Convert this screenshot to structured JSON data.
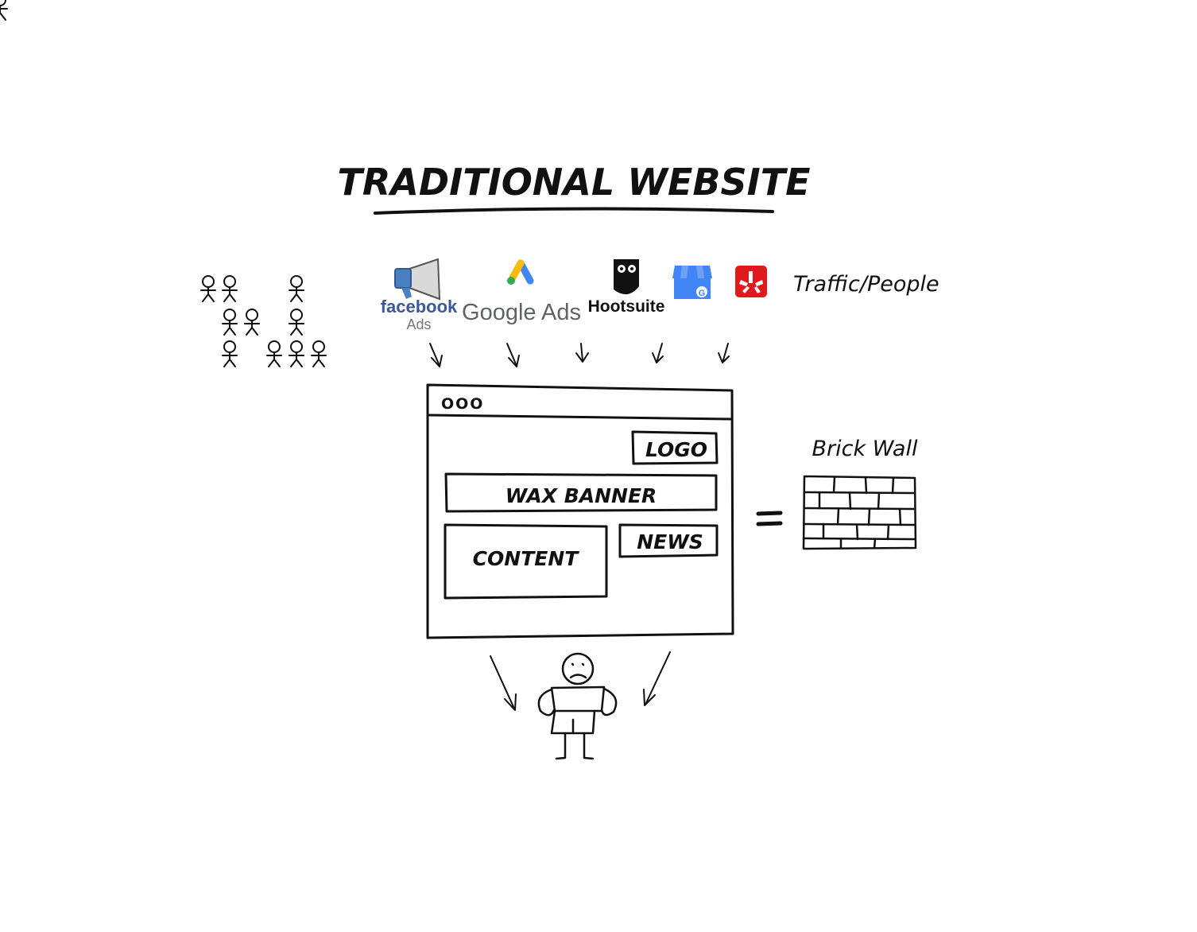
{
  "title": "TRADITIONAL WEBSITE",
  "traffic_label": "Traffic/People",
  "brick_wall_label": "Brick Wall",
  "equals_sign": "=",
  "sources": {
    "facebook": {
      "name": "facebook",
      "sub": "Ads",
      "color": "#3b5998"
    },
    "google_ads": {
      "name": "Google Ads",
      "color": "#5f6368"
    },
    "hootsuite": {
      "name": "Hootsuite",
      "color": "#111111"
    },
    "google_my_business": {
      "color": "#4285f4"
    },
    "yelp": {
      "color": "#e0191d"
    }
  },
  "browser": {
    "dots": "OOO",
    "logo_label": "LOGO",
    "banner_label": "WAX BANNER",
    "content_label": "CONTENT",
    "news_label": "NEWS"
  },
  "colors": {
    "ink": "#111111",
    "background": "#ffffff"
  }
}
